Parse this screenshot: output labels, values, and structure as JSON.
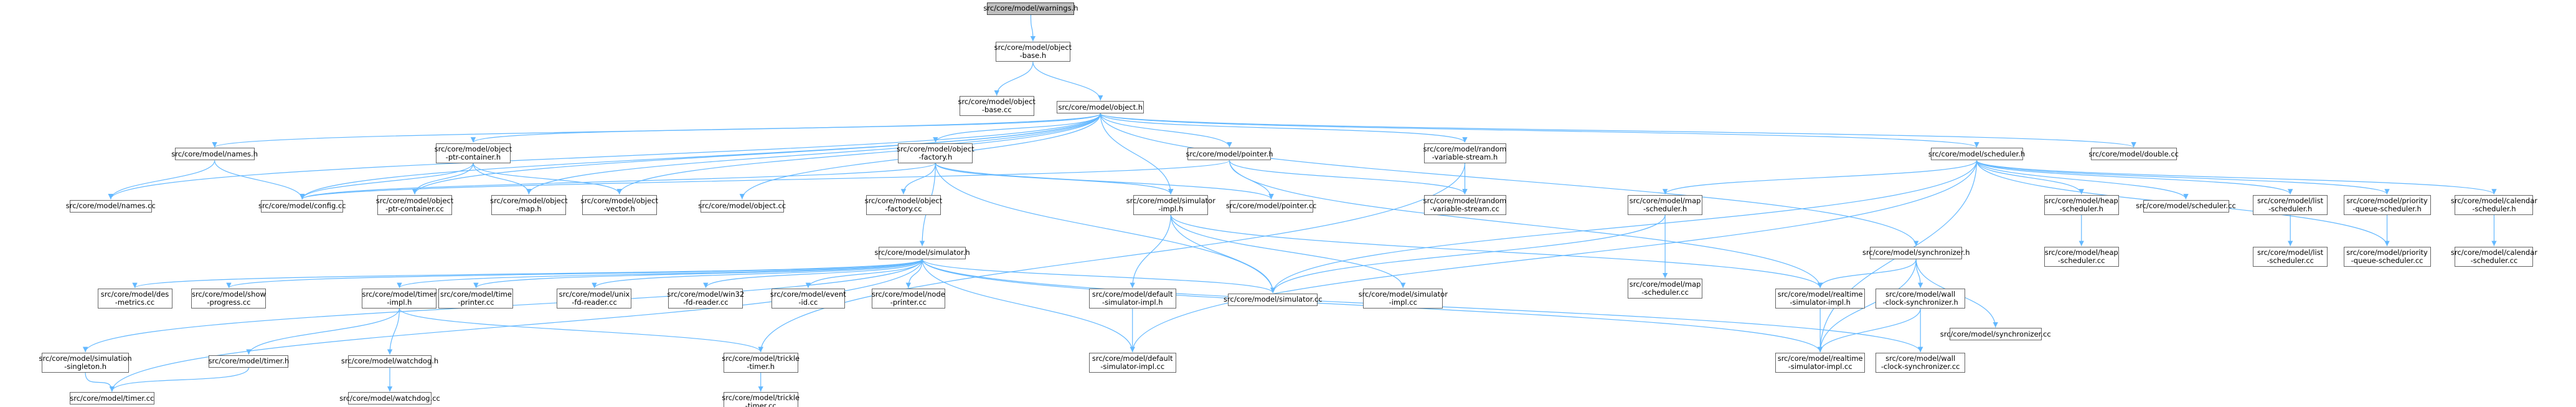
{
  "graph": {
    "colors": {
      "edge": "#63b8ff",
      "node_border": "#666666",
      "root_fill": "#bfbfbf",
      "node_fill": "#ffffff"
    },
    "nodes": [
      {
        "id": "warnings_h",
        "lines": [
          "src/core/model/warnings.h"
        ],
        "root": true
      },
      {
        "id": "object_base_h",
        "lines": [
          "src/core/model/object",
          "-base.h"
        ]
      },
      {
        "id": "object_base_cc",
        "lines": [
          "src/core/model/object",
          "-base.cc"
        ]
      },
      {
        "id": "object_h",
        "lines": [
          "src/core/model/object.h"
        ]
      },
      {
        "id": "names_h",
        "lines": [
          "src/core/model/names.h"
        ]
      },
      {
        "id": "names_cc",
        "lines": [
          "src/core/model/names.cc"
        ]
      },
      {
        "id": "ptr_container_h",
        "lines": [
          "src/core/model/object",
          "-ptr-container.h"
        ]
      },
      {
        "id": "config_cc",
        "lines": [
          "src/core/model/config.cc"
        ]
      },
      {
        "id": "ptr_container_cc",
        "lines": [
          "src/core/model/object",
          "-ptr-container.cc"
        ]
      },
      {
        "id": "object_map_h",
        "lines": [
          "src/core/model/object",
          "-map.h"
        ]
      },
      {
        "id": "object_vector_h",
        "lines": [
          "src/core/model/object",
          "-vector.h"
        ]
      },
      {
        "id": "object_cc",
        "lines": [
          "src/core/model/object.cc"
        ]
      },
      {
        "id": "object_factory_h",
        "lines": [
          "src/core/model/object",
          "-factory.h"
        ]
      },
      {
        "id": "object_factory_cc",
        "lines": [
          "src/core/model/object",
          "-factory.cc"
        ]
      },
      {
        "id": "simulator_h",
        "lines": [
          "src/core/model/simulator.h"
        ]
      },
      {
        "id": "simulator_impl_h",
        "lines": [
          "src/core/model/simulator",
          "-impl.h"
        ]
      },
      {
        "id": "pointer_h",
        "lines": [
          "src/core/model/pointer.h"
        ]
      },
      {
        "id": "pointer_cc",
        "lines": [
          "src/core/model/pointer.cc"
        ]
      },
      {
        "id": "random_stream_h",
        "lines": [
          "src/core/model/random",
          "-variable-stream.h"
        ]
      },
      {
        "id": "random_stream_cc",
        "lines": [
          "src/core/model/random",
          "-variable-stream.cc"
        ]
      },
      {
        "id": "scheduler_h",
        "lines": [
          "src/core/model/scheduler.h"
        ]
      },
      {
        "id": "double_cc",
        "lines": [
          "src/core/model/double.cc"
        ]
      },
      {
        "id": "map_scheduler_h",
        "lines": [
          "src/core/model/map",
          "-scheduler.h"
        ]
      },
      {
        "id": "map_scheduler_cc",
        "lines": [
          "src/core/model/map",
          "-scheduler.cc"
        ]
      },
      {
        "id": "synchronizer_h",
        "lines": [
          "src/core/model/synchronizer.h"
        ]
      },
      {
        "id": "synchronizer_cc",
        "lines": [
          "src/core/model/synchronizer.cc"
        ]
      },
      {
        "id": "heap_scheduler_h",
        "lines": [
          "src/core/model/heap",
          "-scheduler.h"
        ]
      },
      {
        "id": "heap_scheduler_cc",
        "lines": [
          "src/core/model/heap",
          "-scheduler.cc"
        ]
      },
      {
        "id": "scheduler_cc",
        "lines": [
          "src/core/model/scheduler.cc"
        ]
      },
      {
        "id": "list_scheduler_h",
        "lines": [
          "src/core/model/list",
          "-scheduler.h"
        ]
      },
      {
        "id": "list_scheduler_cc",
        "lines": [
          "src/core/model/list",
          "-scheduler.cc"
        ]
      },
      {
        "id": "priority_scheduler_h",
        "lines": [
          "src/core/model/priority",
          "-queue-scheduler.h"
        ]
      },
      {
        "id": "priority_scheduler_cc",
        "lines": [
          "src/core/model/priority",
          "-queue-scheduler.cc"
        ]
      },
      {
        "id": "calendar_scheduler_h",
        "lines": [
          "src/core/model/calendar",
          "-scheduler.h"
        ]
      },
      {
        "id": "calendar_scheduler_cc",
        "lines": [
          "src/core/model/calendar",
          "-scheduler.cc"
        ]
      },
      {
        "id": "des_metrics_cc",
        "lines": [
          "src/core/model/des",
          "-metrics.cc"
        ]
      },
      {
        "id": "show_progress_cc",
        "lines": [
          "src/core/model/show",
          "-progress.cc"
        ]
      },
      {
        "id": "timer_impl_h",
        "lines": [
          "src/core/model/timer",
          "-impl.h"
        ]
      },
      {
        "id": "time_printer_cc",
        "lines": [
          "src/core/model/time",
          "-printer.cc"
        ]
      },
      {
        "id": "unix_fd_reader_cc",
        "lines": [
          "src/core/model/unix",
          "-fd-reader.cc"
        ]
      },
      {
        "id": "win32_fd_reader_cc",
        "lines": [
          "src/core/model/win32",
          "-fd-reader.cc"
        ]
      },
      {
        "id": "event_id_cc",
        "lines": [
          "src/core/model/event",
          "-id.cc"
        ]
      },
      {
        "id": "node_printer_cc",
        "lines": [
          "src/core/model/node",
          "-printer.cc"
        ]
      },
      {
        "id": "default_impl_h",
        "lines": [
          "src/core/model/default",
          "-simulator-impl.h"
        ]
      },
      {
        "id": "simulator_cc",
        "lines": [
          "src/core/model/simulator.cc"
        ]
      },
      {
        "id": "simulator_impl_cc",
        "lines": [
          "src/core/model/simulator",
          "-impl.cc"
        ]
      },
      {
        "id": "realtime_impl_h",
        "lines": [
          "src/core/model/realtime",
          "-simulator-impl.h"
        ]
      },
      {
        "id": "wall_clock_h",
        "lines": [
          "src/core/model/wall",
          "-clock-synchronizer.h"
        ]
      },
      {
        "id": "sim_singleton_h",
        "lines": [
          "src/core/model/simulation",
          "-singleton.h"
        ]
      },
      {
        "id": "timer_h",
        "lines": [
          "src/core/model/timer.h"
        ]
      },
      {
        "id": "watchdog_h",
        "lines": [
          "src/core/model/watchdog.h"
        ]
      },
      {
        "id": "trickle_timer_h",
        "lines": [
          "src/core/model/trickle",
          "-timer.h"
        ]
      },
      {
        "id": "default_impl_cc",
        "lines": [
          "src/core/model/default",
          "-simulator-impl.cc"
        ]
      },
      {
        "id": "realtime_impl_cc",
        "lines": [
          "src/core/model/realtime",
          "-simulator-impl.cc"
        ]
      },
      {
        "id": "wall_clock_cc",
        "lines": [
          "src/core/model/wall",
          "-clock-synchronizer.cc"
        ]
      },
      {
        "id": "timer_cc",
        "lines": [
          "src/core/model/timer.cc"
        ]
      },
      {
        "id": "watchdog_cc",
        "lines": [
          "src/core/model/watchdog.cc"
        ]
      },
      {
        "id": "trickle_timer_cc",
        "lines": [
          "src/core/model/trickle",
          "-timer.cc"
        ]
      }
    ],
    "edges": [
      [
        "warnings_h",
        "object_base_h"
      ],
      [
        "object_base_h",
        "object_base_cc"
      ],
      [
        "object_base_h",
        "object_h"
      ],
      [
        "object_h",
        "names_h"
      ],
      [
        "object_h",
        "names_cc"
      ],
      [
        "object_h",
        "ptr_container_h"
      ],
      [
        "object_h",
        "config_cc"
      ],
      [
        "object_h",
        "object_map_h"
      ],
      [
        "object_h",
        "object_vector_h"
      ],
      [
        "object_h",
        "object_cc"
      ],
      [
        "object_h",
        "object_factory_h"
      ],
      [
        "object_h",
        "simulator_impl_h"
      ],
      [
        "object_h",
        "pointer_h"
      ],
      [
        "object_h",
        "random_stream_h"
      ],
      [
        "object_h",
        "scheduler_h"
      ],
      [
        "object_h",
        "double_cc"
      ],
      [
        "object_h",
        "synchronizer_h"
      ],
      [
        "object_h",
        "ptr_container_cc"
      ],
      [
        "names_h",
        "names_cc"
      ],
      [
        "names_h",
        "config_cc"
      ],
      [
        "ptr_container_h",
        "ptr_container_cc"
      ],
      [
        "ptr_container_h",
        "object_map_h"
      ],
      [
        "ptr_container_h",
        "object_vector_h"
      ],
      [
        "ptr_container_h",
        "config_cc"
      ],
      [
        "object_factory_h",
        "object_factory_cc"
      ],
      [
        "object_factory_h",
        "simulator_h"
      ],
      [
        "object_factory_h",
        "simulator_impl_h"
      ],
      [
        "object_factory_h",
        "pointer_cc"
      ],
      [
        "object_factory_h",
        "config_cc"
      ],
      [
        "object_factory_h",
        "simulator_cc"
      ],
      [
        "pointer_h",
        "pointer_cc"
      ],
      [
        "pointer_h",
        "random_stream_cc"
      ],
      [
        "pointer_h",
        "config_cc"
      ],
      [
        "pointer_h",
        "realtime_impl_h"
      ],
      [
        "random_stream_h",
        "random_stream_cc"
      ],
      [
        "random_stream_h",
        "trickle_timer_h"
      ],
      [
        "simulator_h",
        "des_metrics_cc"
      ],
      [
        "simulator_h",
        "show_progress_cc"
      ],
      [
        "simulator_h",
        "timer_impl_h"
      ],
      [
        "simulator_h",
        "time_printer_cc"
      ],
      [
        "simulator_h",
        "unix_fd_reader_cc"
      ],
      [
        "simulator_h",
        "win32_fd_reader_cc"
      ],
      [
        "simulator_h",
        "event_id_cc"
      ],
      [
        "simulator_h",
        "node_printer_cc"
      ],
      [
        "simulator_h",
        "simulator_cc"
      ],
      [
        "simulator_h",
        "default_impl_cc"
      ],
      [
        "simulator_h",
        "realtime_impl_cc"
      ],
      [
        "simulator_h",
        "sim_singleton_h"
      ],
      [
        "simulator_h",
        "timer_cc"
      ],
      [
        "simulator_h",
        "wall_clock_cc"
      ],
      [
        "simulator_impl_h",
        "default_impl_h"
      ],
      [
        "simulator_impl_h",
        "simulator_cc"
      ],
      [
        "simulator_impl_h",
        "simulator_impl_cc"
      ],
      [
        "simulator_impl_h",
        "realtime_impl_h"
      ],
      [
        "scheduler_h",
        "map_scheduler_h"
      ],
      [
        "scheduler_h",
        "heap_scheduler_h"
      ],
      [
        "scheduler_h",
        "scheduler_cc"
      ],
      [
        "scheduler_h",
        "list_scheduler_h"
      ],
      [
        "scheduler_h",
        "priority_scheduler_h"
      ],
      [
        "scheduler_h",
        "calendar_scheduler_h"
      ],
      [
        "scheduler_h",
        "simulator_cc"
      ],
      [
        "scheduler_h",
        "default_impl_cc"
      ],
      [
        "scheduler_h",
        "realtime_impl_cc"
      ],
      [
        "scheduler_h",
        "priority_scheduler_cc"
      ],
      [
        "map_scheduler_h",
        "map_scheduler_cc"
      ],
      [
        "map_scheduler_h",
        "simulator_cc"
      ],
      [
        "heap_scheduler_h",
        "heap_scheduler_cc"
      ],
      [
        "list_scheduler_h",
        "list_scheduler_cc"
      ],
      [
        "priority_scheduler_h",
        "priority_scheduler_cc"
      ],
      [
        "calendar_scheduler_h",
        "calendar_scheduler_cc"
      ],
      [
        "synchronizer_h",
        "realtime_impl_h"
      ],
      [
        "synchronizer_h",
        "wall_clock_h"
      ],
      [
        "synchronizer_h",
        "synchronizer_cc"
      ],
      [
        "synchronizer_h",
        "realtime_impl_cc"
      ],
      [
        "wall_clock_h",
        "wall_clock_cc"
      ],
      [
        "wall_clock_h",
        "realtime_impl_cc"
      ],
      [
        "realtime_impl_h",
        "realtime_impl_cc"
      ],
      [
        "default_impl_h",
        "default_impl_cc"
      ],
      [
        "timer_impl_h",
        "timer_h"
      ],
      [
        "timer_impl_h",
        "watchdog_h"
      ],
      [
        "timer_impl_h",
        "trickle_timer_h"
      ],
      [
        "sim_singleton_h",
        "timer_cc"
      ],
      [
        "timer_h",
        "timer_cc"
      ],
      [
        "watchdog_h",
        "watchdog_cc"
      ],
      [
        "trickle_timer_h",
        "trickle_timer_cc"
      ]
    ]
  }
}
